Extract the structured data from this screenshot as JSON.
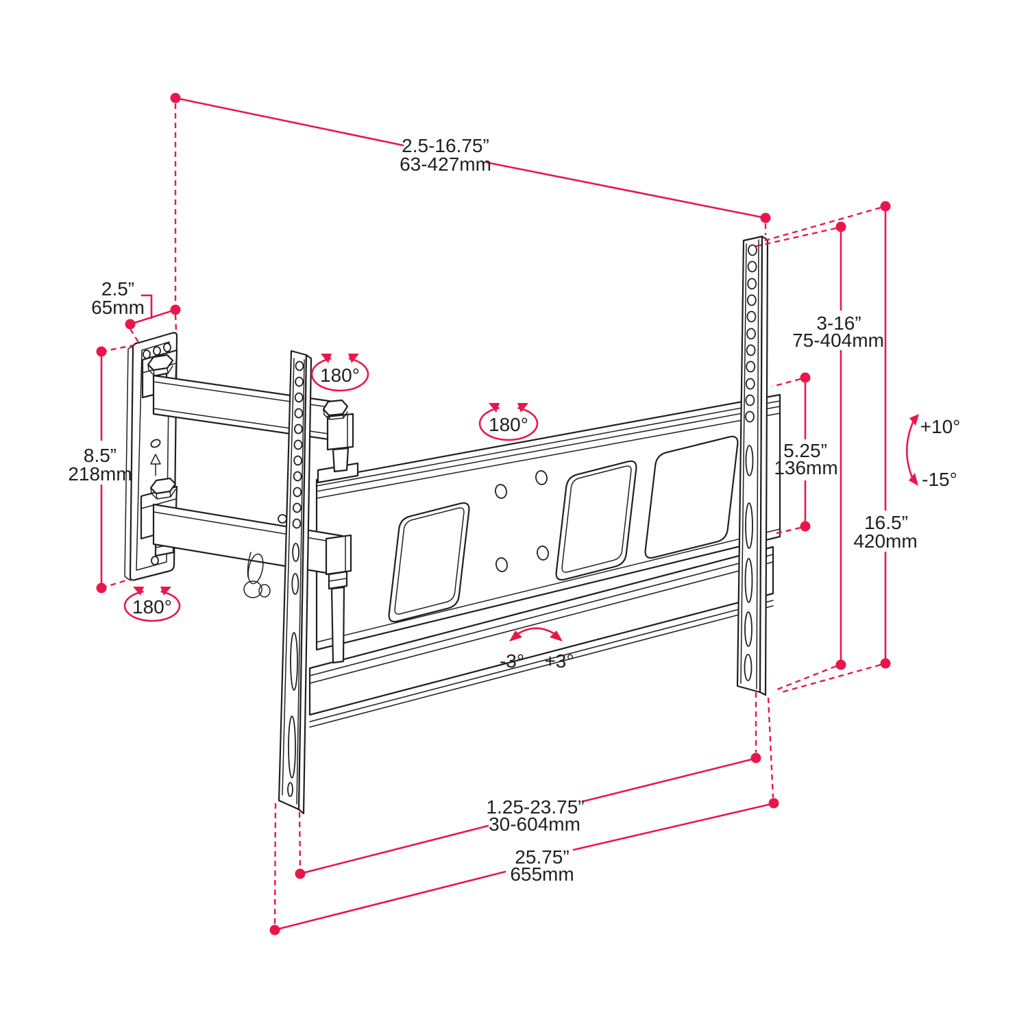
{
  "title": "Full-motion TV wall mount dimension diagram",
  "colors": {
    "accent": "#e8174a",
    "ink": "#221e1f",
    "background": "#ffffff"
  },
  "labels": {
    "dim_extension": {
      "in": "2.5-16.75”",
      "mm": "63-427mm"
    },
    "dim_depth": {
      "in": "2.5”",
      "mm": "65mm"
    },
    "dim_plate_height": {
      "in": "8.5”",
      "mm": "218mm"
    },
    "dim_rail_range": {
      "in": "3-16”",
      "mm": "75-404mm"
    },
    "dim_hole_span": {
      "in": "5.25”",
      "mm": "136mm"
    },
    "dim_rail_height": {
      "in": "16.5”",
      "mm": "420mm"
    },
    "dim_slide_range": {
      "in": "1.25-23.75”",
      "mm": "30-604mm"
    },
    "dim_total_width": {
      "in": "25.75”",
      "mm": "655mm"
    },
    "swivel_wall_plate": "180°",
    "swivel_arm_joint": "180°",
    "swivel_tv_plate": "180°",
    "tilt_up": "+10°",
    "tilt_down": "-15°",
    "level_left": "-3°",
    "level_right": "+3°"
  }
}
